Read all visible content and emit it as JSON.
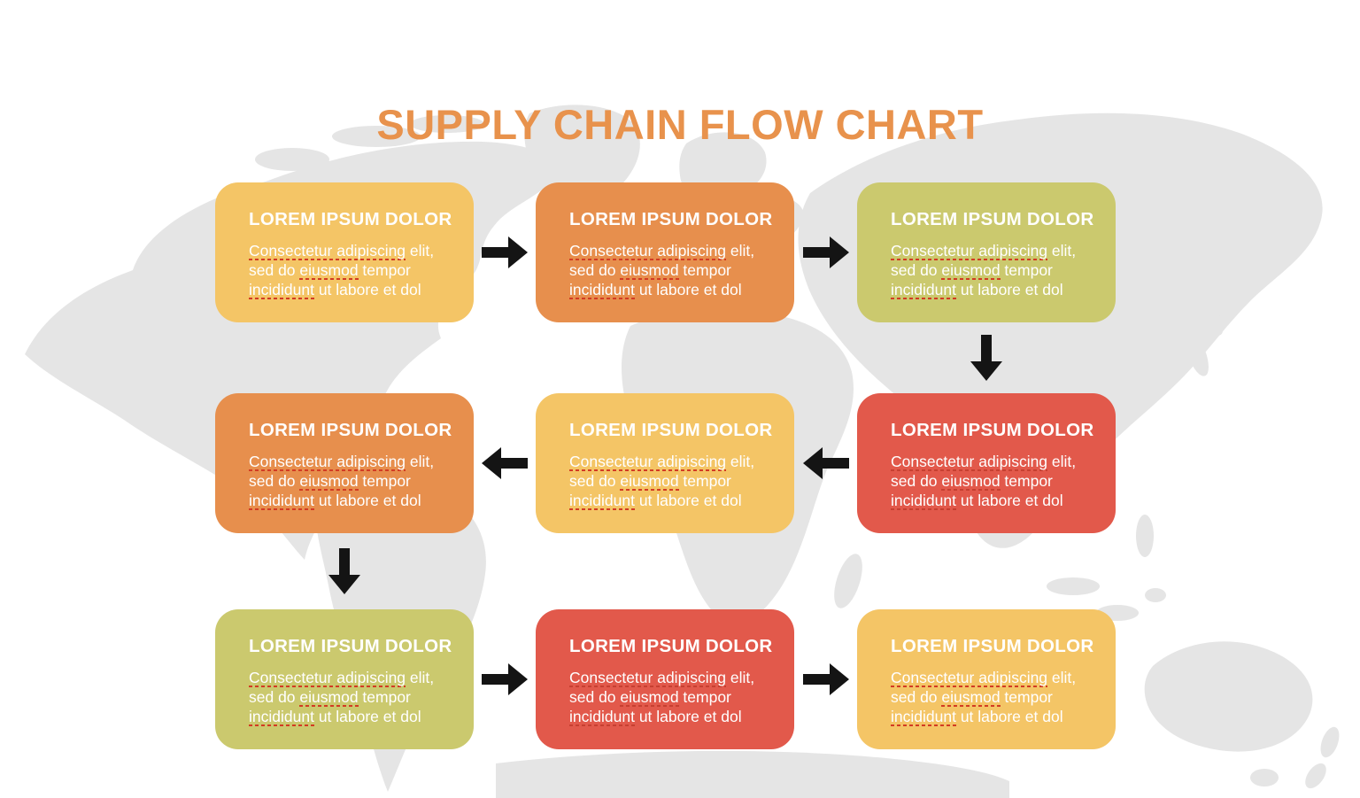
{
  "title": "SUPPLY CHAIN FLOW CHART",
  "palette": {
    "title_color": "#E8924C",
    "yellow": "#F4C566",
    "orange": "#E78F4D",
    "green": "#CBC96E",
    "red": "#E2594B",
    "arrow_color": "#141414",
    "map_color": "#E5E5E5",
    "box_text_color": "#FFFFFF",
    "misspelling_underline_color": "#D23B23"
  },
  "boxes": [
    {
      "id": 1,
      "row": 1,
      "col": 1,
      "color": "yellow",
      "heading": "LOREM IPSUM DOLOR",
      "body_lines": [
        "Consectetur adipiscing elit,",
        "sed do eiusmod tempor",
        "incididunt ut labore et dol"
      ],
      "underlined_words": [
        "Consectetur adipiscing",
        "eiusmod",
        "incididunt"
      ]
    },
    {
      "id": 2,
      "row": 1,
      "col": 2,
      "color": "orange",
      "heading": "LOREM IPSUM DOLOR",
      "body_lines": [
        "Consectetur adipiscing elit,",
        "sed do eiusmod tempor",
        "incididunt ut labore et dol"
      ],
      "underlined_words": [
        "Consectetur adipiscing",
        "eiusmod",
        "incididunt"
      ]
    },
    {
      "id": 3,
      "row": 1,
      "col": 3,
      "color": "green",
      "heading": "LOREM IPSUM DOLOR",
      "body_lines": [
        "Consectetur adipiscing elit,",
        "sed do eiusmod tempor",
        "incididunt ut labore et dol"
      ],
      "underlined_words": [
        "Consectetur adipiscing",
        "eiusmod",
        "incididunt"
      ]
    },
    {
      "id": 4,
      "row": 2,
      "col": 1,
      "color": "orange",
      "heading": "LOREM IPSUM DOLOR",
      "body_lines": [
        "Consectetur adipiscing elit,",
        "sed do eiusmod tempor",
        "incididunt ut labore et dol"
      ],
      "underlined_words": [
        "Consectetur adipiscing",
        "eiusmod",
        "incididunt"
      ]
    },
    {
      "id": 5,
      "row": 2,
      "col": 2,
      "color": "yellow",
      "heading": "LOREM IPSUM DOLOR",
      "body_lines": [
        "Consectetur adipiscing elit,",
        "sed do eiusmod tempor",
        "incididunt ut labore et dol"
      ],
      "underlined_words": [
        "Consectetur adipiscing",
        "eiusmod",
        "incididunt"
      ]
    },
    {
      "id": 6,
      "row": 2,
      "col": 3,
      "color": "red",
      "heading": "LOREM IPSUM DOLOR",
      "body_lines": [
        "Consectetur adipiscing elit,",
        "sed do eiusmod tempor",
        "incididunt ut labore et dol"
      ],
      "underlined_words": [
        "Consectetur adipiscing",
        "eiusmod",
        "incididunt"
      ]
    },
    {
      "id": 7,
      "row": 3,
      "col": 1,
      "color": "green",
      "heading": "LOREM IPSUM DOLOR",
      "body_lines": [
        "Consectetur adipiscing elit,",
        "sed do eiusmod tempor",
        "incididunt ut labore et dol"
      ],
      "underlined_words": [
        "Consectetur adipiscing",
        "eiusmod",
        "incididunt"
      ]
    },
    {
      "id": 8,
      "row": 3,
      "col": 2,
      "color": "red",
      "heading": "LOREM IPSUM DOLOR",
      "body_lines": [
        "Consectetur adipiscing elit,",
        "sed do eiusmod tempor",
        "incididunt ut labore et dol"
      ],
      "underlined_words": [
        "Consectetur adipiscing",
        "eiusmod",
        "incididunt"
      ]
    },
    {
      "id": 9,
      "row": 3,
      "col": 3,
      "color": "yellow",
      "heading": "LOREM IPSUM DOLOR",
      "body_lines": [
        "Consectetur adipiscing elit,",
        "sed do eiusmod tempor",
        "incididunt ut labore et dol"
      ],
      "underlined_words": [
        "Consectetur adipiscing",
        "eiusmod",
        "incididunt"
      ]
    }
  ],
  "arrows": [
    {
      "id": "a1",
      "direction": "right",
      "from_box": 1,
      "to_box": 2
    },
    {
      "id": "a2",
      "direction": "right",
      "from_box": 2,
      "to_box": 3
    },
    {
      "id": "a3",
      "direction": "down",
      "from_box": 3,
      "to_box": 6
    },
    {
      "id": "a4",
      "direction": "left",
      "from_box": 6,
      "to_box": 5
    },
    {
      "id": "a5",
      "direction": "left",
      "from_box": 5,
      "to_box": 4
    },
    {
      "id": "a6",
      "direction": "down",
      "from_box": 4,
      "to_box": 7
    },
    {
      "id": "a7",
      "direction": "right",
      "from_box": 7,
      "to_box": 8
    },
    {
      "id": "a8",
      "direction": "right",
      "from_box": 8,
      "to_box": 9
    }
  ]
}
